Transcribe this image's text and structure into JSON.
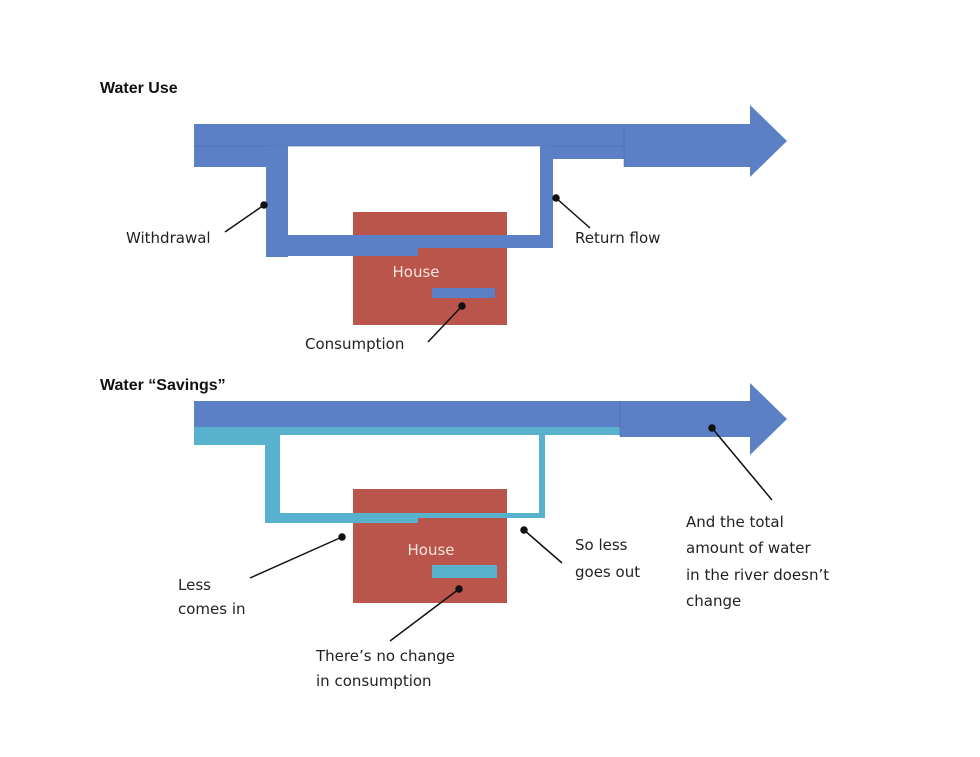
{
  "colors": {
    "river": "#5b80c6",
    "river_dark": "#4f72b8",
    "saved_flow": "#58b1cd",
    "house": "#b9554b",
    "text": "#222222"
  },
  "panels": [
    {
      "title": "Water Use",
      "house_label": "House",
      "labels": {
        "withdrawal": "Withdrawal",
        "return_flow": "Return flow",
        "consumption": "Consumption"
      }
    },
    {
      "title": "Water “Savings”",
      "house_label": "House",
      "labels": {
        "less_in_1": "Less",
        "less_in_2": "comes in",
        "less_out_1": "So less",
        "less_out_2": "goes out",
        "no_change_1": "There’s no change",
        "no_change_2": "in consumption",
        "total_1": "And the total",
        "total_2": "amount of water",
        "total_3": "in the river doesn’t",
        "total_4": "change"
      }
    }
  ]
}
